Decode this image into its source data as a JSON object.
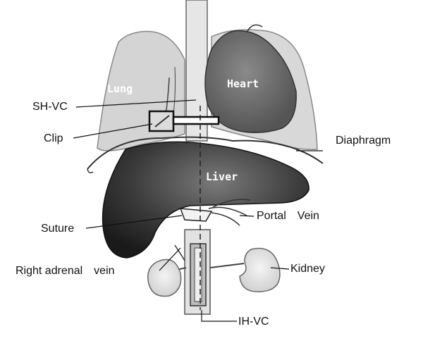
{
  "labels": {
    "shvc": "SH-VC",
    "clip": "Clip",
    "suture": "Suture",
    "right_adrenal_vein": "Right adrenal　vein",
    "diaphragm": "Diaphragm",
    "portal_vein": "Portal　Vein",
    "kidney": "Kidney",
    "ihvc": "IH-VC"
  },
  "organs": {
    "lung": "Lung",
    "heart": "Heart",
    "liver": "Liver"
  }
}
